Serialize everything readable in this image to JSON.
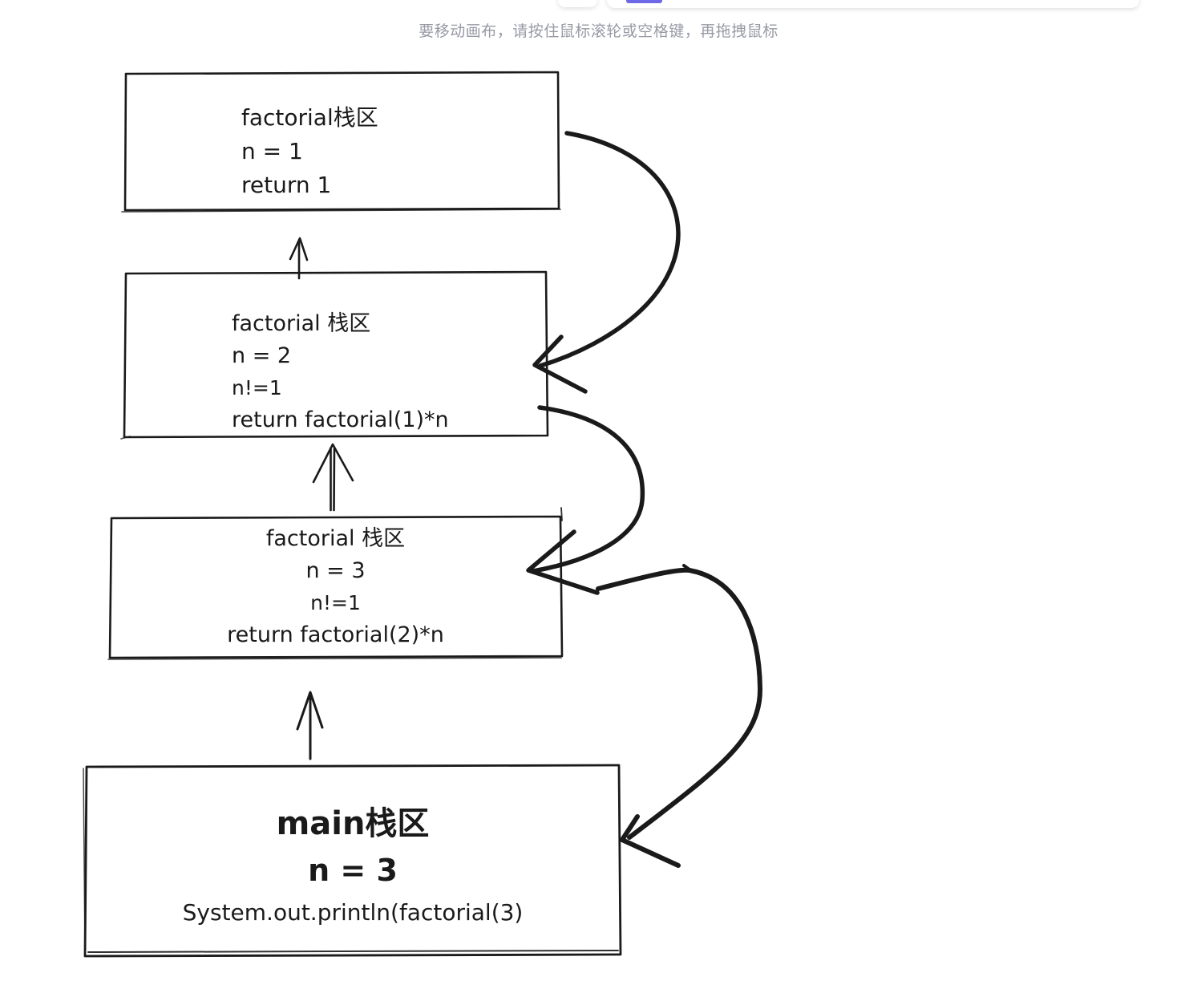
{
  "app": {
    "hint": "要移动画布，请按住鼠标滚轮或空格键，再拖拽鼠标",
    "colors": {
      "accent": "#6c68e6",
      "hint_text": "#989aa5",
      "stroke": "#1a1a1a"
    }
  },
  "diagram": {
    "frames": [
      {
        "title": "factorial栈区",
        "lines": [
          "n = 1",
          "return 1"
        ]
      },
      {
        "title": "factorial 栈区",
        "lines": [
          "n = 2",
          "n!=1",
          "return factorial(1)*n"
        ]
      },
      {
        "title": "factorial 栈区",
        "lines": [
          "n = 3",
          "n!=1",
          "return factorial(2)*n"
        ]
      },
      {
        "title": "main栈区",
        "lines": [
          "n = 3",
          "System.out.println(factorial(3)"
        ]
      }
    ]
  }
}
